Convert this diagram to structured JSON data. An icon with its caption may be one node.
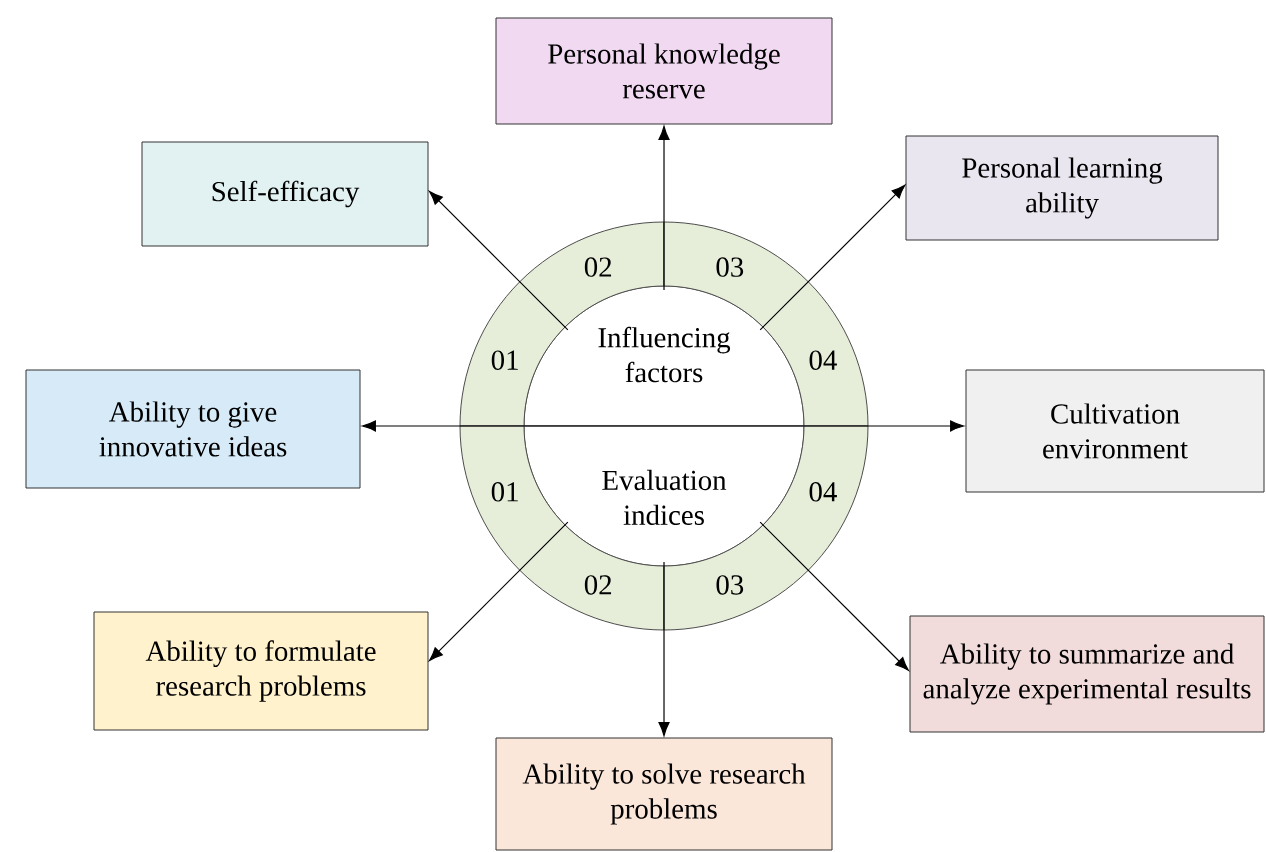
{
  "diagram": {
    "nodes": [
      {
        "text": [
          "Influencing factors"
        ]
      },
      {
        "text": [
          "Evaluation indices"
        ]
      },
      {
        "text": [
          "01"
        ]
      },
      {
        "text": [
          "02"
        ]
      },
      {
        "text": [
          "03"
        ]
      },
      {
        "text": [
          "04"
        ]
      },
      {
        "text": [
          "01"
        ]
      },
      {
        "text": [
          "02"
        ]
      },
      {
        "text": [
          "03"
        ]
      },
      {
        "text": [
          "04"
        ]
      },
      {
        "text": [
          "Personal knowledge reserve"
        ]
      },
      {
        "text": [
          "Self-efficacy"
        ]
      },
      {
        "text": [
          "Personal learning ability"
        ]
      },
      {
        "text": [
          "Ability to give innovative ideas"
        ]
      },
      {
        "text": [
          "Cultivation environment"
        ]
      },
      {
        "text": [
          "Ability to formulate research problems"
        ]
      },
      {
        "text": [
          "Ability to summarize and analyze experimental results"
        ]
      },
      {
        "text": [
          "Ability to solve research problems"
        ]
      }
    ],
    "edges": [
      {
        "from": 0,
        "to": 11,
        "arrow": "to"
      },
      {
        "from": 0,
        "to": 10,
        "arrow": "to"
      },
      {
        "from": 0,
        "to": 12,
        "arrow": "to"
      },
      {
        "from": 1,
        "to": 13,
        "arrow": "to"
      },
      {
        "from": 0,
        "to": 14,
        "arrow": "to"
      },
      {
        "from": 1,
        "to": 15,
        "arrow": "to"
      },
      {
        "from": 1,
        "to": 17,
        "arrow": "to"
      },
      {
        "from": 1,
        "to": 16,
        "arrow": "to"
      }
    ]
  }
}
